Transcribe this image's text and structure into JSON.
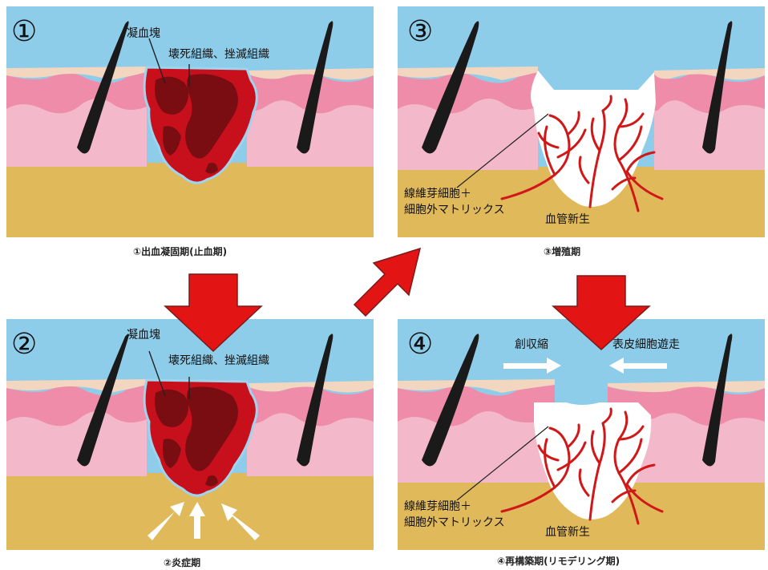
{
  "colors": {
    "sky": "#8dcdea",
    "skin_pink": "#ee8ca9",
    "dermis_pink": "#f3b9ca",
    "fat_yellow": "#e0b95a",
    "clot_dark": "#7a0d12",
    "clot_red": "#c8101c",
    "vessel_red": "#d01818",
    "arrow_red": "#e31414",
    "hair": "#1a1a1a"
  },
  "panels": [
    {
      "num": "①",
      "caption": "①出血凝固期(止血期)",
      "labels": [
        "凝血塊",
        "壊死組織、挫滅組織"
      ]
    },
    {
      "num": "②",
      "caption": "②炎症期",
      "labels": [
        "凝血塊",
        "壊死組織、挫滅組織"
      ]
    },
    {
      "num": "③",
      "caption": "③増殖期",
      "labels": [
        "線維芽細胞＋",
        "細胞外マトリックス",
        "血管新生"
      ]
    },
    {
      "num": "④",
      "caption": "④再構築期(リモデリング期)",
      "labels": [
        "創収縮",
        "表皮細胞遊走",
        "線維芽細胞＋",
        "細胞外マトリックス",
        "血管新生"
      ]
    }
  ]
}
